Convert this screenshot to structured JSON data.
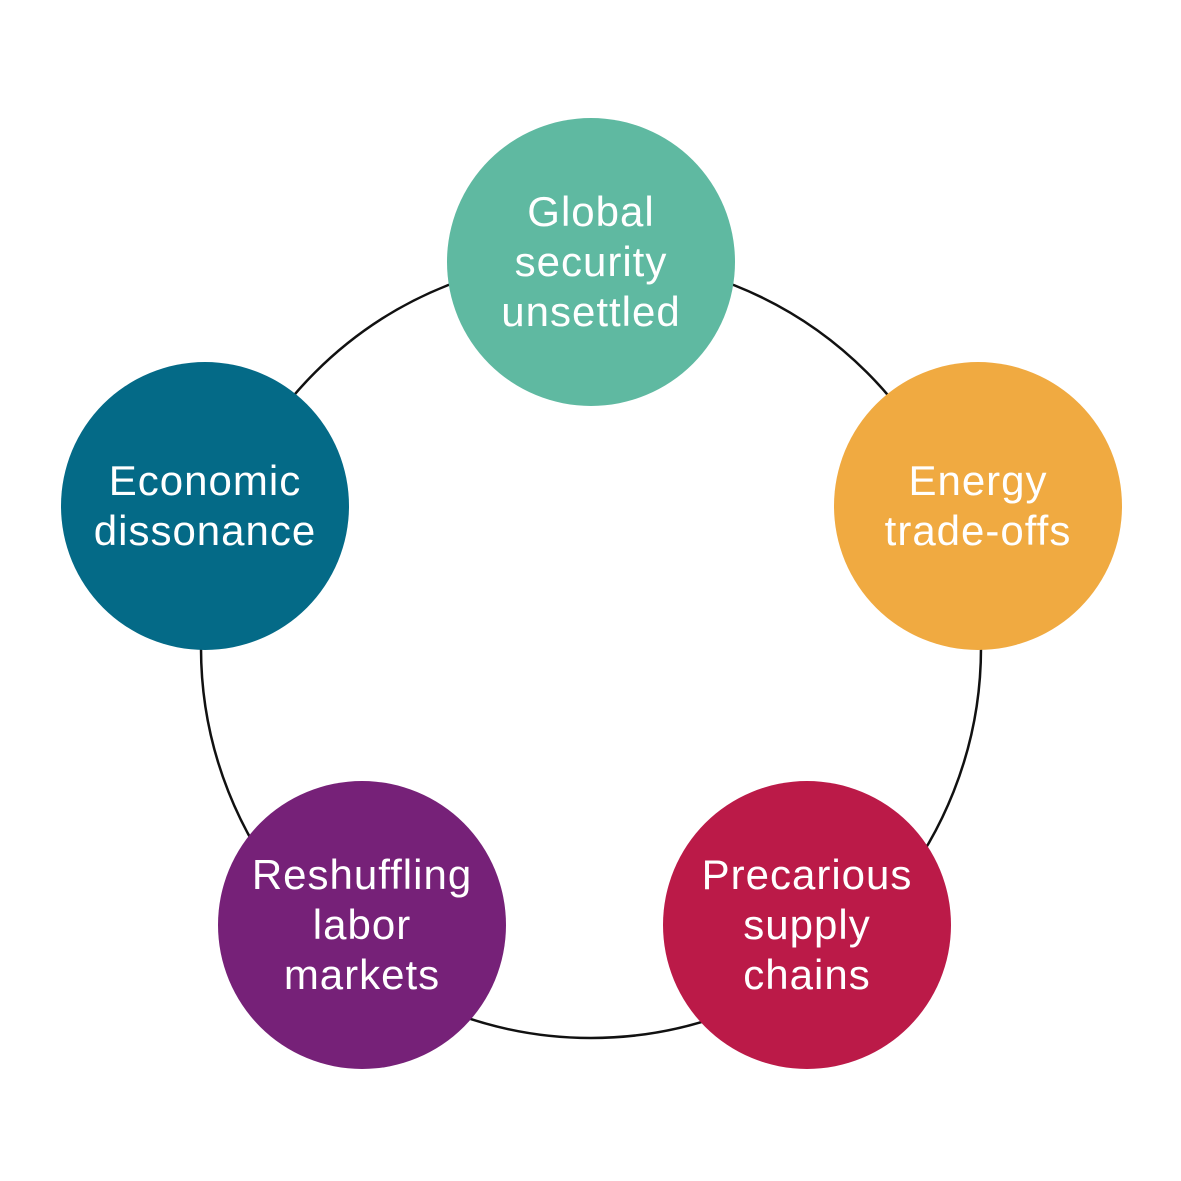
{
  "nodes": [
    {
      "label": "Global\nsecurity\nunsettled",
      "color": "#5fb9a1"
    },
    {
      "label": "Energy\ntrade-offs",
      "color": "#f0aa41"
    },
    {
      "label": "Precarious\nsupply\nchains",
      "color": "#bb1a48"
    },
    {
      "label": "Reshuffling\nlabor\nmarkets",
      "color": "#762178"
    },
    {
      "label": "Economic\ndissonance",
      "color": "#046a87"
    }
  ]
}
